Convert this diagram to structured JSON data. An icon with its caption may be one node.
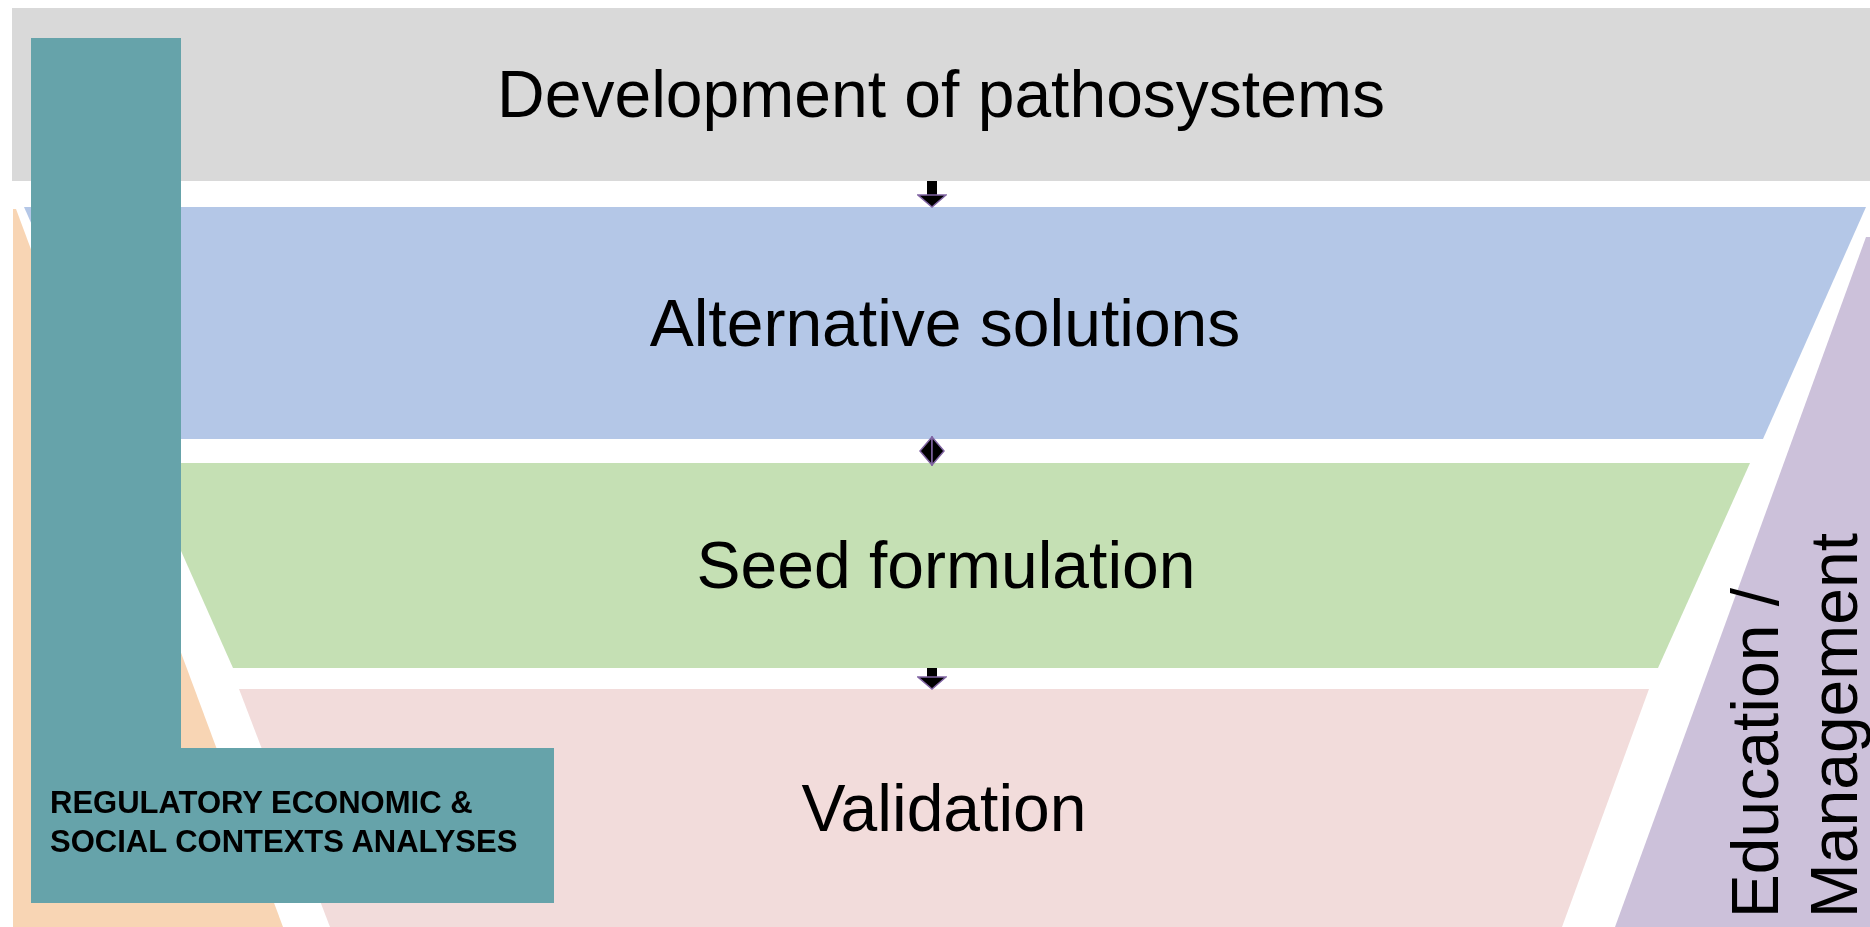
{
  "diagram": {
    "nodes": [
      {
        "text": [
          "Development of pathosystems"
        ]
      },
      {
        "text": [
          "Alternative solutions"
        ]
      },
      {
        "text": [
          "Seed formulation"
        ]
      },
      {
        "text": [
          "Validation"
        ]
      },
      {
        "text": [
          "Education / Management"
        ]
      },
      {
        "text": [],
        "shape": "band"
      },
      {
        "text": [
          "REGULATORY ECONOMIC & SOCIAL CONTEXTS ANALYSES"
        ]
      }
    ],
    "edges": [
      {
        "from": 0,
        "to": 1,
        "arrow": "to"
      },
      {
        "from": 1,
        "to": 2,
        "arrow": "both"
      },
      {
        "from": 2,
        "to": 3,
        "arrow": "to"
      }
    ]
  }
}
